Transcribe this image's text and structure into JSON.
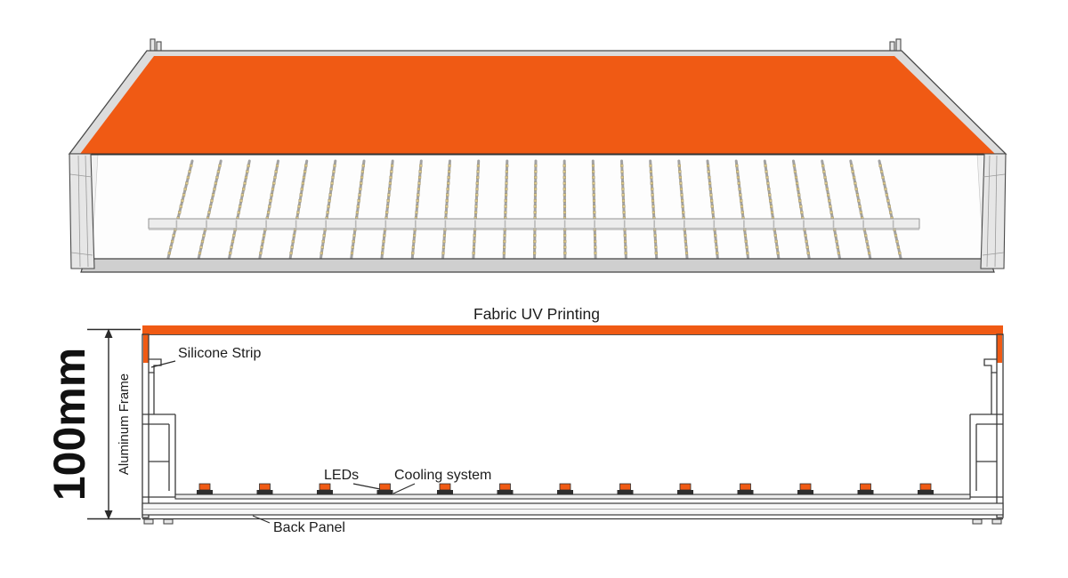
{
  "colors": {
    "fabric": "#F05A14",
    "outline": "#3a3a3a",
    "led_dot": "#dcc98e",
    "metal": "#e6e6e6"
  },
  "top_view": {
    "led_strip_count": 25,
    "led_dots_per_strip": 16
  },
  "cross_section": {
    "labels": {
      "fabric": "Fabric UV Printing",
      "silicone": "Silicone Strip",
      "aluminum_frame": "Aluminum Frame",
      "dimension": "100mm",
      "leds": "LEDs",
      "cooling": "Cooling system",
      "back_panel": "Back Panel"
    },
    "led_module_count": 13
  }
}
